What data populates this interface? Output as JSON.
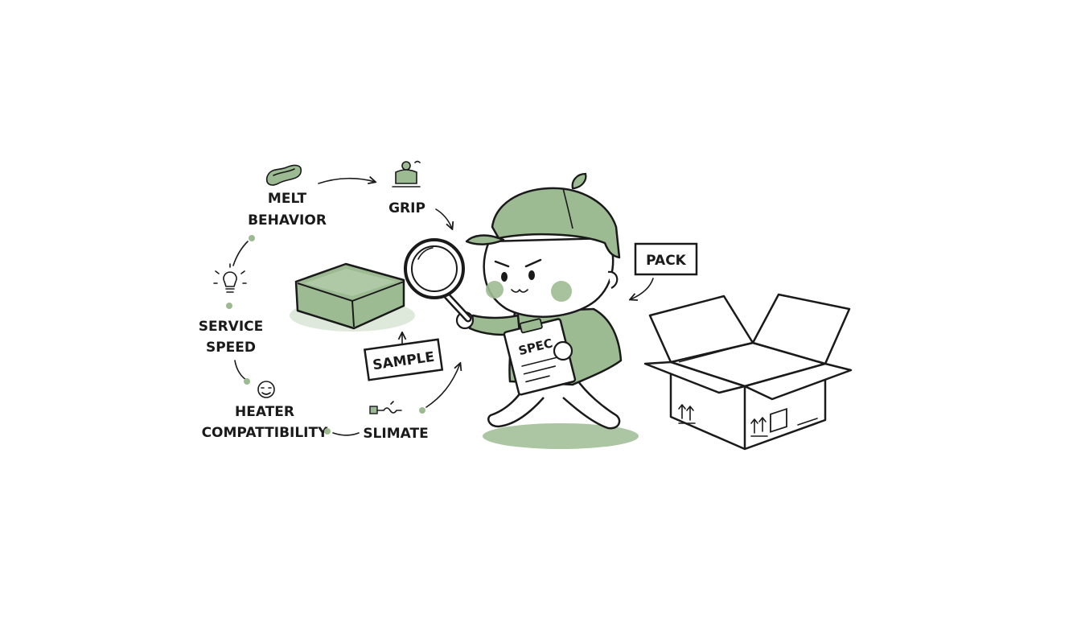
{
  "colors": {
    "accent_green": "#9dbb92",
    "dark_green": "#6f9566",
    "ink": "#1a1a1a",
    "background": "#ffffff"
  },
  "cycle": {
    "melt_line1": "MELT",
    "melt_line2": "BEHAVIOR",
    "grip": "GRIP",
    "service_line1": "SERVICE",
    "service_line2": "SPEED",
    "heater": "HEATER COMPATTIBILITY",
    "slimate": "SLIMATE"
  },
  "tags": {
    "sample": "SAMPLE",
    "pack": "PACK",
    "spec": "SPEC"
  },
  "icons": {
    "melt": "wax-melt-icon",
    "grip": "grip-figure-icon",
    "service": "lightbulb-icon",
    "heater": "smiley-heater-icon",
    "slimate": "plug-wave-icon",
    "box_arrows": "this-side-up-arrows-icon"
  }
}
